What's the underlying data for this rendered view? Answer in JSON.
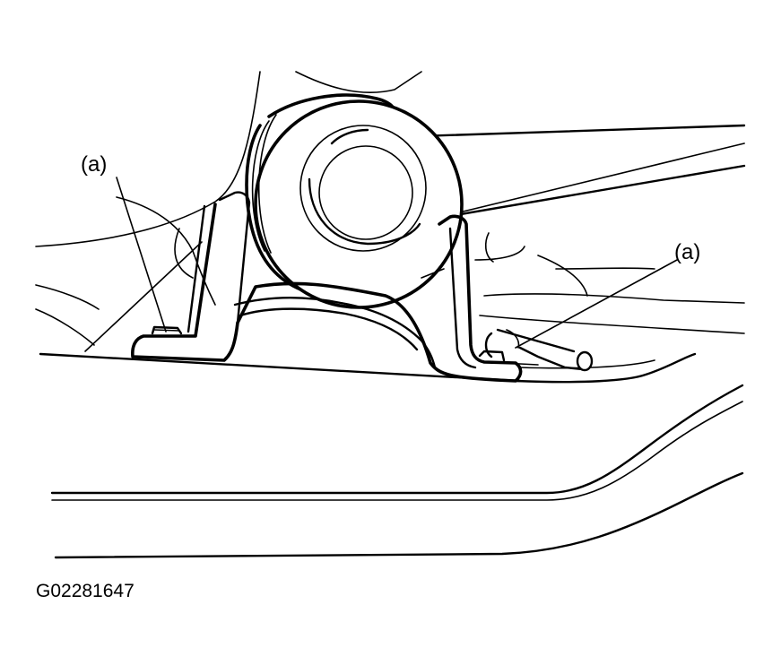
{
  "labels": {
    "callout_left": "(a)",
    "callout_right": "(a)"
  },
  "figure_code": "G02281647",
  "colors": {
    "line": "#000000",
    "background": "#ffffff"
  }
}
